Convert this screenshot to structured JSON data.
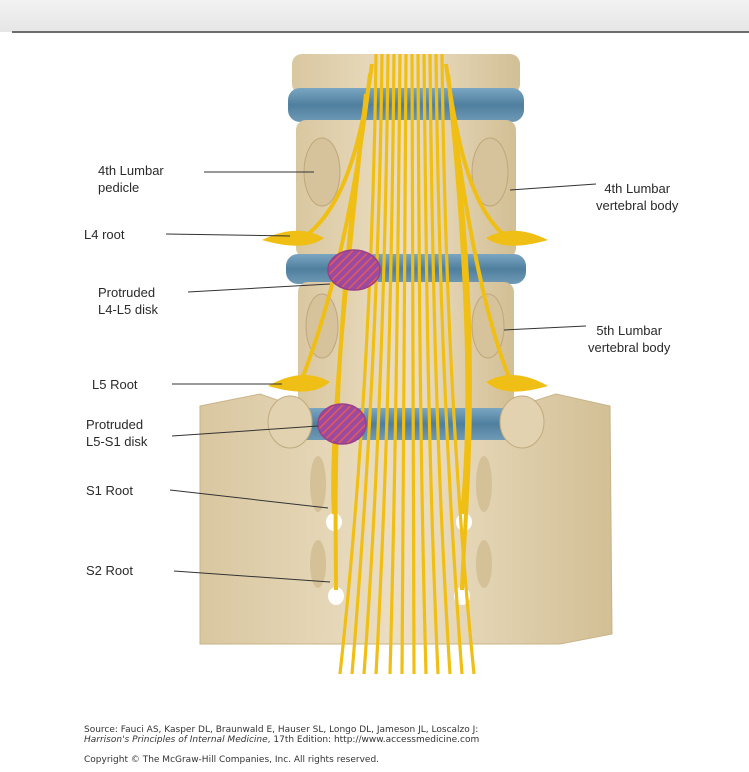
{
  "labels": {
    "pedicle_4th": "4th Lumbar\npedicle",
    "l4_root": "L4 root",
    "protruded_l4l5": "Protruded\nL4-L5 disk",
    "l5_root": "L5 Root",
    "protruded_l5s1": "Protruded\nL5-S1 disk",
    "s1_root": "S1 Root",
    "s2_root": "S2 Root",
    "body_4th": "4th Lumbar\nvertebral body",
    "body_5th": "5th Lumbar\nvertebral body"
  },
  "footer": {
    "source_prefix": "Source: Fauci AS, Kasper DL, Braunwald E, Hauser SL, Longo DL, Jameson JL, Loscalzo J:",
    "book_title": "Harrison's Principles of Internal Medicine",
    "source_suffix": ", 17th Edition: http://www.accessmedicine.com",
    "copyright": "Copyright © The McGraw-Hill Companies, Inc. All rights reserved."
  },
  "colors": {
    "bone": "#e7d8b8",
    "bone_shadow": "#cdb992",
    "disk": "#5e8fae",
    "nerve": "#f2c21a",
    "nerve_dark": "#d9a10c",
    "herniation": "#b24a8f"
  }
}
